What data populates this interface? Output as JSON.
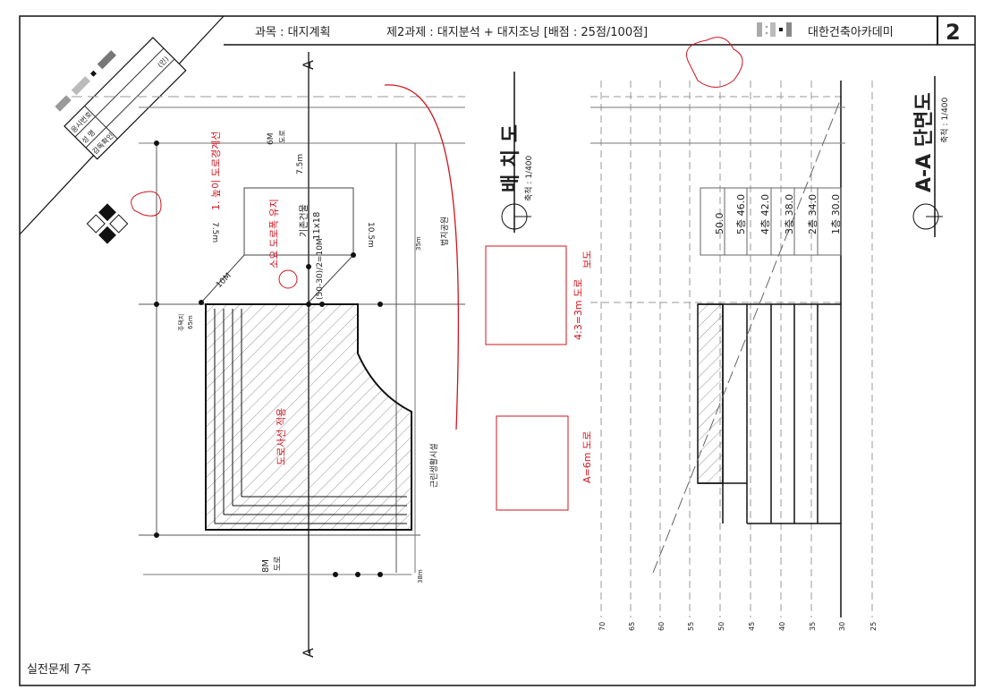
{
  "header": {
    "subject": "과목 : 대지계획",
    "assignment": "제2과제 : 대지분석 + 대지조닝 [배점 : 25점/100점]",
    "academy": "대한건축아카데미",
    "page_number": "2"
  },
  "title_block": {
    "exam_number_label": "응시번호",
    "name_label": "성    명",
    "supervisor_label": "감독확인",
    "seal_label": "(인)"
  },
  "footer": {
    "label": "실전문제 7주"
  },
  "site_plan": {
    "title": "배 치 도",
    "scale": "축척 : 1/400",
    "section_marker": "A",
    "existing_building": "기존건물",
    "existing_building_size": "11x18",
    "dim_top": "7.5m",
    "dim_left": "7.5m",
    "dim_right": "10.5m",
    "road_top": "6M",
    "road_top_label": "도로",
    "road_bottom": "8M",
    "road_bottom_label": "도로",
    "residential": "주택지",
    "residential_dim": "65m",
    "park": "법지공원",
    "park_dim": "35m",
    "commercial": "근린생활시설",
    "commercial_dim": "38m"
  },
  "section": {
    "title": "A-A 단면도",
    "scale": "축척 : 1/400",
    "levels": [
      {
        "label": "50.0"
      },
      {
        "label": "5층 46.0"
      },
      {
        "label": "4층 42.0"
      },
      {
        "label": "3층 38.0"
      },
      {
        "label": "2층 34.0"
      },
      {
        "label": "1층 30.0"
      }
    ],
    "axis_ticks": [
      "70",
      "65",
      "60",
      "55",
      "50",
      "45",
      "40",
      "35",
      "30",
      "25"
    ]
  },
  "annotations": {
    "note1": "1. 높이 도로경계선",
    "note2": "소요 도로폭 유지",
    "note3": "도로사선 적용",
    "note4": "(50-30)/2=10M",
    "note5": "10M",
    "note6": "4:3=3m 도로",
    "note7": "보도",
    "note8": "A=6m 도로"
  },
  "colors": {
    "ink": "#222222",
    "red_pen": "#d0141e",
    "gray_line": "#999999"
  }
}
